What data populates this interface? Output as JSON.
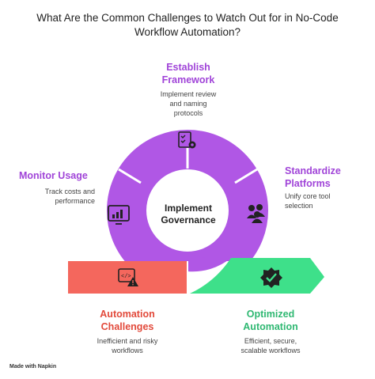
{
  "title": "What Are the Common Challenges to Watch Out for in No-Code Workflow Automation?",
  "center": "Implement Governance",
  "sections": {
    "establish": {
      "heading": "Establish Framework",
      "description": "Implement review and naming protocols",
      "icon": "checklist-gear-icon"
    },
    "standardize": {
      "heading": "Standardize Platforms",
      "description": "Unify core tool selection",
      "icon": "users-group-icon"
    },
    "monitor": {
      "heading": "Monitor Usage",
      "description": "Track costs and performance",
      "icon": "monitor-chart-icon"
    },
    "challenges": {
      "heading": "Automation Challenges",
      "description": "Inefficient and risky workflows",
      "icon": "code-warning-icon"
    },
    "optimized": {
      "heading": "Optimized Automation",
      "description": "Efficient, secure, scalable workflows",
      "icon": "check-badge-icon"
    }
  },
  "colors": {
    "ring": "#b057e5",
    "red": "#f4675d",
    "green": "#3ee08a",
    "purple_text": "#a044d8",
    "red_text": "#e24a3b",
    "green_text": "#2fb872"
  },
  "footer": "Made with Napkin"
}
